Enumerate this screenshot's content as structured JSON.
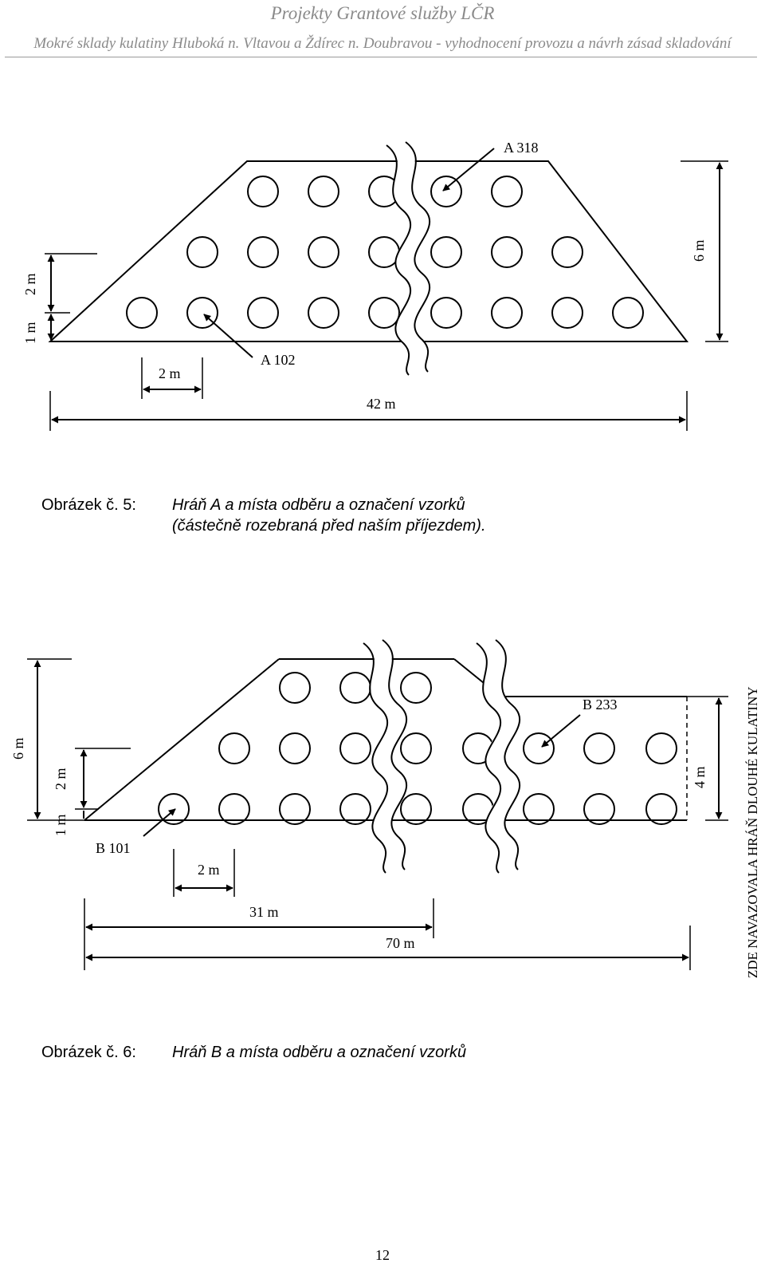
{
  "header": {
    "line1": "Projekty Grantové služby LČR",
    "line2": "Mokré sklady kulatiny Hluboká n. Vltavou a Ždírec n. Doubravou  -  vyhodnocení provozu a návrh zásad skladování"
  },
  "figure_a": {
    "label_top_sample": "A 318",
    "label_bottom_sample": "A 102",
    "dim_height": "6 m",
    "dim_row_spacing": "2 m",
    "dim_edge": "1 m",
    "dim_col_spacing": "2 m",
    "dim_length": "42 m",
    "caption_number": "Obrázek č.  5:",
    "caption_line1": "Hráň A a místa odběru a označení vzorků",
    "caption_line2": "(částečně rozebraná před naším příjezdem)."
  },
  "figure_b": {
    "label_sample_left": "B 101",
    "label_sample_right": "B 233",
    "dim_height": "6 m",
    "dim_row_spacing": "2 m",
    "dim_edge": "1 m",
    "dim_col_spacing": "2 m",
    "dim_partial_length": "31 m",
    "dim_total_length": "70 m",
    "dim_right_height": "4 m",
    "note_vertical": "ZDE NAVAZOVALA HRÁŇ DLOUHÉ KULATINY",
    "caption_number": "Obrázek č.  6:",
    "caption_line1": "Hráň B a místa odběru a označení vzorků"
  },
  "page_number": "12"
}
